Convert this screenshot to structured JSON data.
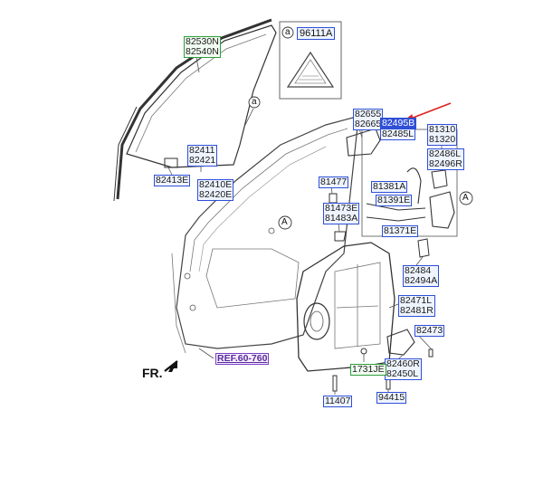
{
  "labels": {
    "glass_top": [
      "82530N",
      "82540N"
    ],
    "inset_code": "96111A",
    "inset_marker": "a",
    "glass_marker": "a",
    "run_channel": [
      "82411",
      "82421"
    ],
    "glass_clip": "82413E",
    "glass_channel": [
      "82410E",
      "82420E"
    ],
    "handle_top": [
      "82655",
      "82665"
    ],
    "handle_top_selected": "82495B",
    "handle_top_second": "82485L",
    "latch_box_top": [
      "81310",
      "81320"
    ],
    "latch_box_mid": [
      "82486L",
      "82496R"
    ],
    "cable_a": "81381A",
    "cable_b": "81391E",
    "cable_c": "81371E",
    "clip": "81477",
    "striker": [
      "81473E",
      "81483A"
    ],
    "reg_a": [
      "82484",
      "82494A"
    ],
    "reg_b": [
      "82471L",
      "82481R"
    ],
    "screw_a": "82473",
    "motor": [
      "82460R",
      "82450L"
    ],
    "bolt_a": "1731JE",
    "bolt_b": "11407",
    "bolt_c": "94415",
    "ref": "REF.60-760",
    "fr": "FR.",
    "circle_a": "A",
    "circle_a2": "A"
  },
  "colors": {
    "label_border": "#2f4fd6",
    "green_border": "#2e9e3a",
    "ref_border": "#7a3fc4",
    "arrow": "#e02020",
    "line": "#555555"
  }
}
